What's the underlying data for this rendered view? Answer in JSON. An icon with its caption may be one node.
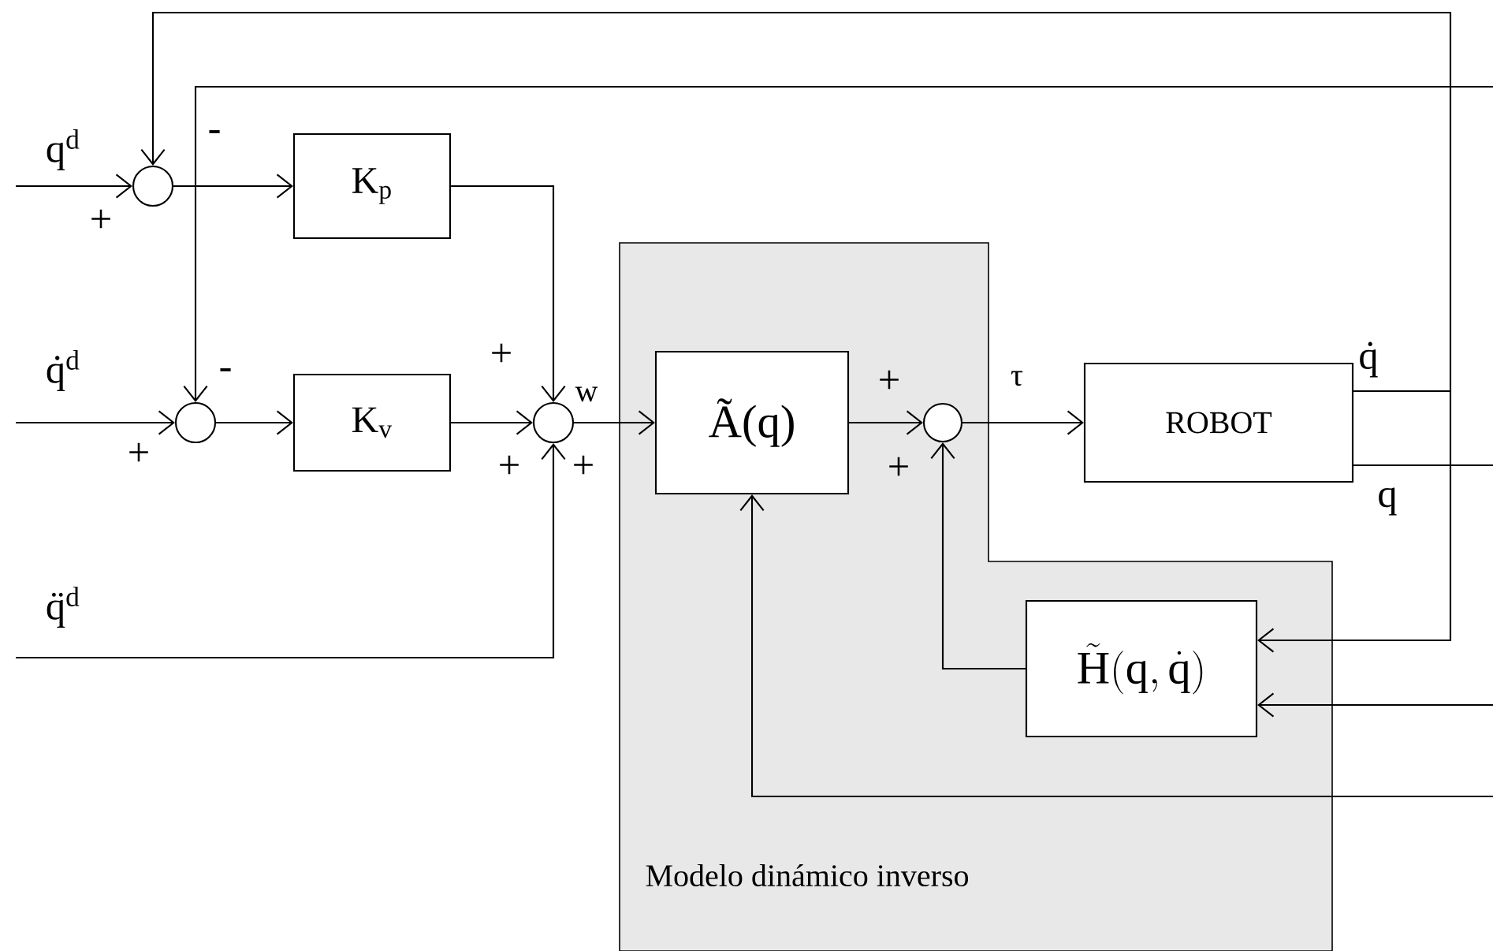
{
  "diagram": {
    "nodes": [
      {
        "text": [],
        "shape": "circle"
      },
      {
        "text": [
          "K$_{p}$"
        ]
      },
      {
        "text": [],
        "shape": "circle"
      },
      {
        "text": [
          "K$_{v}$"
        ]
      },
      {
        "text": [],
        "shape": "circle"
      },
      {
        "text": [
          "Modelo dinámico inverso"
        ]
      },
      {
        "text": [
          "Ã(q)"
        ],
        "in": 5
      },
      {
        "text": [],
        "shape": "circle",
        "in": 5
      },
      {
        "text": [
          "ROBOT"
        ]
      },
      {
        "text": [
          "\\tilde{\\mathrm{H}}(\\mathrm{q},\\dot{\\mathrm{q}})"
        ],
        "in": 5
      }
    ],
    "edges": [
      {
        "from": null,
        "to": 0,
        "arrow": "to"
      },
      {
        "from": 0,
        "to": 1,
        "arrow": "to"
      },
      {
        "from": 1,
        "to": 4,
        "arrow": "to"
      },
      {
        "from": null,
        "to": 2,
        "arrow": "to"
      },
      {
        "from": 2,
        "to": 3,
        "arrow": "to"
      },
      {
        "from": 3,
        "to": 4,
        "arrow": "to"
      },
      {
        "from": null,
        "to": 4,
        "arrow": "to"
      },
      {
        "from": 4,
        "to": 6,
        "arrow": "to",
        "label": "w"
      },
      {
        "from": 6,
        "to": 7,
        "arrow": "to"
      },
      {
        "from": 7,
        "to": 8,
        "arrow": "to",
        "label": "τ"
      },
      {
        "from": 9,
        "to": 7,
        "arrow": "to"
      },
      {
        "from": 8,
        "to": 0,
        "arrow": "to"
      },
      {
        "from": 8,
        "to": 9,
        "arrow": "to"
      },
      {
        "from": 8,
        "to": null,
        "arrow": "none"
      },
      {
        "from": null,
        "to": 2,
        "arrow": "to"
      },
      {
        "from": null,
        "to": 9,
        "arrow": "to"
      },
      {
        "from": null,
        "to": 6,
        "arrow": "to"
      }
    ],
    "labels": [
      "q$^{d}$",
      "-",
      "+",
      "q̇$^{d}$",
      "+",
      "-",
      "+",
      "+",
      "+",
      "q̈$^{d}$",
      "+",
      "+",
      "q̇",
      "q"
    ]
  }
}
